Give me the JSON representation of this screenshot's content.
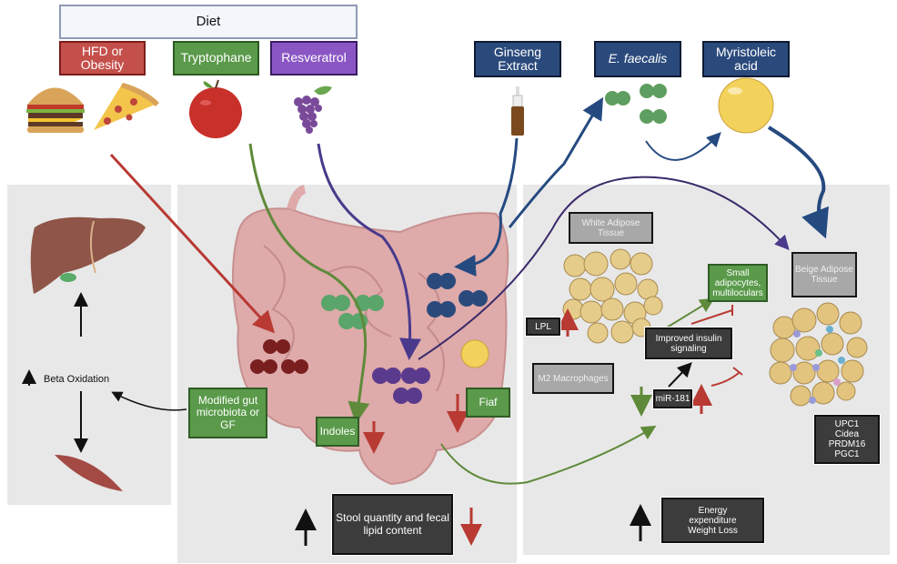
{
  "header": {
    "diet_label": "Diet",
    "diet_items": [
      {
        "label": "HFD or Obesity",
        "color": "#c4504b"
      },
      {
        "label": "Tryptophane",
        "color": "#5a9a4a"
      },
      {
        "label": "Resveratrol",
        "color": "#8a56c4"
      }
    ],
    "supplements": [
      {
        "label": "Ginseng Extract",
        "color": "#2b4a7c"
      },
      {
        "label": "E. faecalis",
        "color": "#2b4a7c"
      },
      {
        "label": "Myristoleic acid",
        "color": "#2b4a7c"
      }
    ]
  },
  "food_icons": [
    "burger-icon",
    "pizza-icon",
    "apple-icon",
    "grapes-icon",
    "nasal-spray-bottle-icon",
    "bacteria-icon",
    "lipid-droplet-icon"
  ],
  "left_panel": {
    "beta_oxidation": "Beta Oxidation",
    "organs": [
      "liver-icon",
      "muscle-icon"
    ]
  },
  "gut_panel": {
    "modified_microbiota": "Modified gut microbiota or GF",
    "indoles": "Indoles",
    "fiaf": "Fiaf",
    "stool": "Stool quantity and fecal lipid content"
  },
  "adipose_panel": {
    "white_adipose": "White Adipose Tissue",
    "beige_adipose": "Beige Adipose Tissue",
    "lpl": "LPL",
    "m2": "M2 Macrophages",
    "small_adipocytes": "Small adipocytes, multiloculars",
    "insulin": "Improved insulin signaling",
    "mir": "miR-181",
    "markers": [
      "UPC1",
      "Cidea",
      "PRDM16",
      "PGC1"
    ],
    "energy": "Energy expenditure Weight Loss"
  },
  "colors": {
    "red_arrow": "#b83a33",
    "green_arrow": "#5f8a3a",
    "purple_arrow": "#4a3a8c",
    "navy_arrow": "#254a80",
    "panel_bg": "#e8e8e8",
    "gut": "#deaaaa"
  }
}
